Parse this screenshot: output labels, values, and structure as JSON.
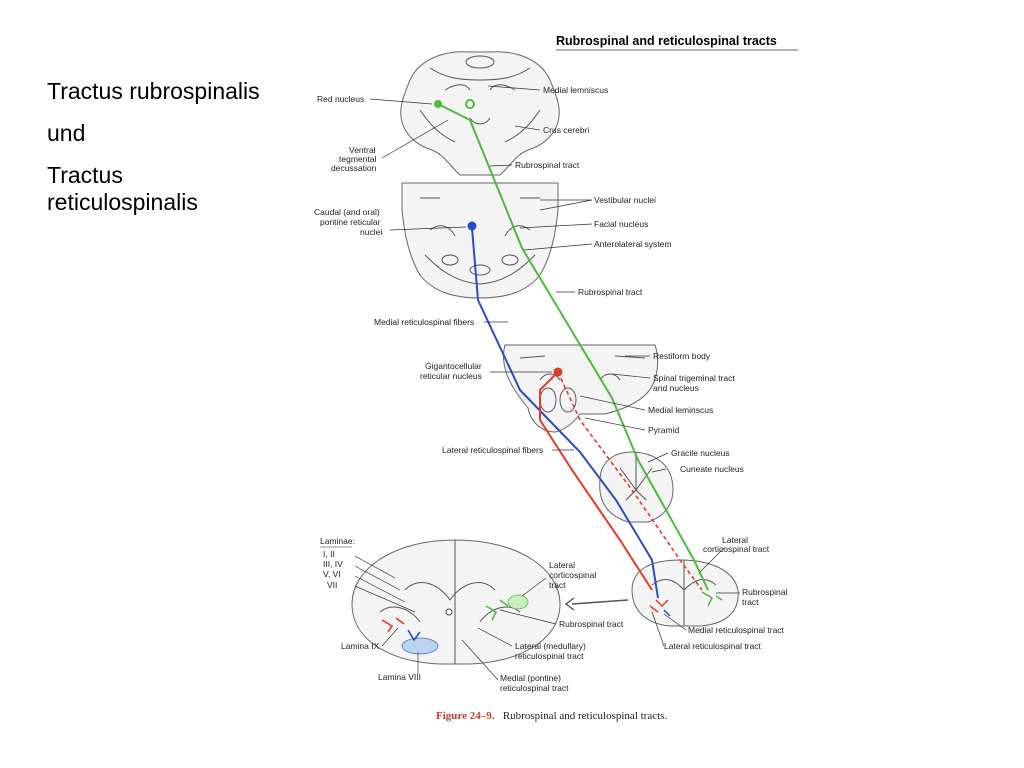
{
  "slide": {
    "title_lines": [
      "Tractus rubrospinalis",
      "und",
      "Tractus",
      "reticulospinalis"
    ]
  },
  "figure": {
    "heading": "Rubrospinal and reticulospinal tracts",
    "caption_number": "Figure 24–9.",
    "caption_text": "Rubrospinal and reticulospinal tracts.",
    "colors": {
      "rubrospinal": "#4cbb3c",
      "medial_reticulospinal": "#2a4cc4",
      "lateral_reticulospinal": "#e63a26"
    },
    "labels": {
      "red_nucleus": "Red nucleus",
      "medial_lemniscus": "Medial lemniscus",
      "crus_cerebri": "Crus cerebri",
      "ventral_1": "Ventral",
      "ventral_2": "tegmental",
      "ventral_3": "decussation",
      "rubrospinal_tract_1": "Rubrospinal tract",
      "caudal_1": "Caudal (and oral)",
      "caudal_2": "pontine reticular",
      "caudal_3": "nuclei",
      "vestibular_nuclei": "Vestibular nuclei",
      "facial_nucleus": "Facial nucleus",
      "anterolateral_system": "Anterolateral system",
      "rubrospinal_tract_2": "Rubrospinal tract",
      "medial_reticulospinal_fibers": "Medial reticulospinal fibers",
      "gigantocellular_1": "Gigantocellular",
      "gigantocellular_2": "reticular nucleus",
      "restiform_body": "Restiform body",
      "spinal_trigeminal_1": "Spinal trigeminal tract",
      "spinal_trigeminal_2": "and nucleus",
      "medial_leminscus": "Medial leminscus",
      "pyramid": "Pyramid",
      "lateral_reticulospinal_fibers": "Lateral reticulospinal fibers",
      "gracile_nucleus": "Gracile nucleus",
      "cuneate_nucleus": "Cuneate nucleus",
      "lateral_cst_small_1": "Lateral",
      "lateral_cst_small_2": "corticospinal tract",
      "rubrospinal_small_1": "Rubrospinal",
      "rubrospinal_small_2": "tract",
      "medial_reticulospinal_tract": "Medial reticulospinal tract",
      "lateral_reticulospinal_tract": "Lateral reticulospinal tract",
      "laminae": "Laminae:",
      "lamina_1_2": "I, II",
      "lamina_3_4": "III, IV",
      "lamina_5_6": "V, VI",
      "lamina_7": "VII",
      "lamina_9": "Lamina IX",
      "lamina_8": "Lamina VIII",
      "lateral_cst_big_1": "Lateral",
      "lateral_cst_big_2": "corticospinal",
      "lateral_cst_big_3": "tract",
      "rubrospinal_tract_big": "Rubrospinal tract",
      "lat_medullary_1": "Lateral (medullary)",
      "lat_medullary_2": "reticulospinal tract",
      "med_pontine_1": "Medial (pontine)",
      "med_pontine_2": "reticulospinal tract"
    }
  }
}
